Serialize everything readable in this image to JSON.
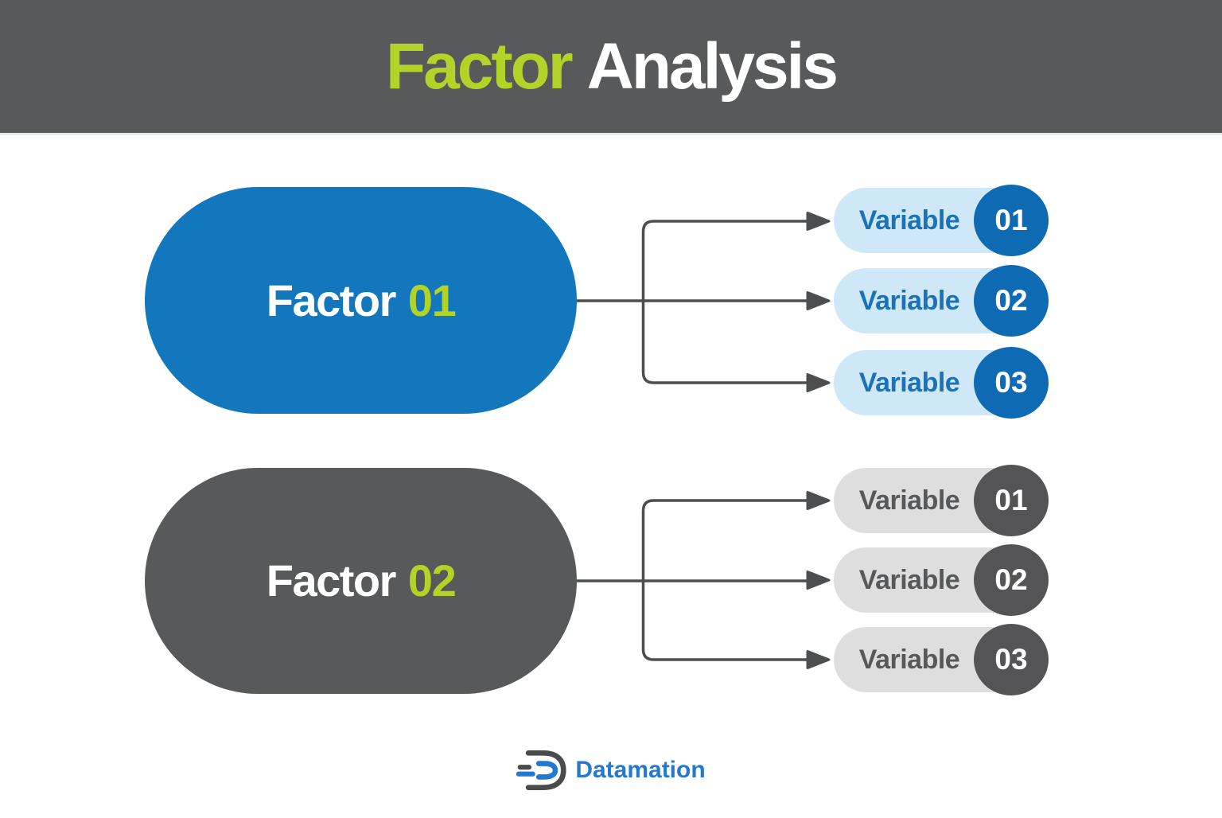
{
  "header": {
    "title_accent": "Factor",
    "title_rest": "Analysis"
  },
  "factors": [
    {
      "label": "Factor",
      "number": "01"
    },
    {
      "label": "Factor",
      "number": "02"
    }
  ],
  "variable_groups": [
    {
      "items": [
        {
          "label": "Variable",
          "number": "01"
        },
        {
          "label": "Variable",
          "number": "02"
        },
        {
          "label": "Variable",
          "number": "03"
        }
      ]
    },
    {
      "items": [
        {
          "label": "Variable",
          "number": "01"
        },
        {
          "label": "Variable",
          "number": "02"
        },
        {
          "label": "Variable",
          "number": "03"
        }
      ]
    }
  ],
  "footer": {
    "brand": "Datamation"
  },
  "colors": {
    "header_bg": "#58595b",
    "accent_green": "#b2d327",
    "factor_blue": "#1377bd",
    "factor_gray": "#58595b",
    "variable_pill_blue": "#cfe8f8",
    "variable_pill_gray": "#dedede",
    "variable_circle_blue": "#0e6bb3",
    "variable_circle_gray": "#545456",
    "variable_text_blue": "#1b72b8",
    "variable_text_gray": "#57585a",
    "arrow_gray": "#4d4e50",
    "brand_blue": "#2478d2"
  }
}
